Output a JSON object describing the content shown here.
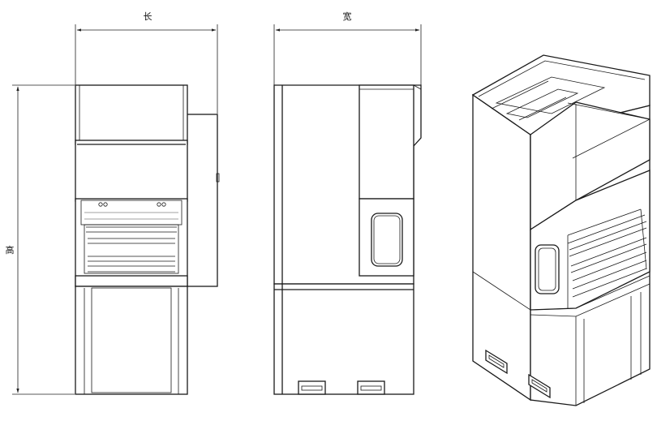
{
  "dimensions": {
    "length_label": "长",
    "width_label": "宽",
    "height_label": "高"
  },
  "views": [
    "front-view",
    "side-view",
    "isometric-view"
  ]
}
